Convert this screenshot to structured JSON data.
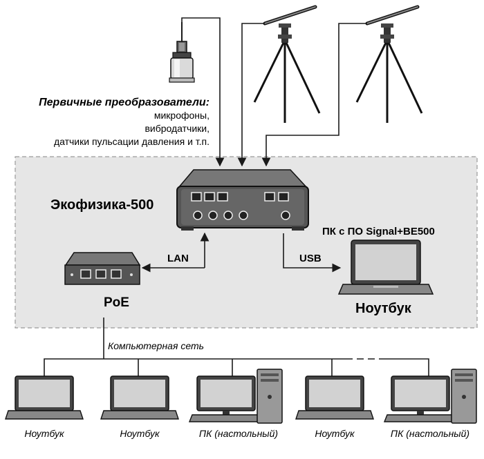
{
  "sensors": {
    "title": "Первичные преобразователи:",
    "items": [
      "микрофоны,",
      "вибродатчики,",
      "датчики пульсации давления и т.п."
    ]
  },
  "device": {
    "name": "Экофизика-500"
  },
  "links": {
    "lan": "LAN",
    "usb": "USB"
  },
  "poe": {
    "label": "PoE"
  },
  "laptop": {
    "software": "ПК с ПО Signal+BE500",
    "label": "Ноутбук"
  },
  "network": {
    "label": "Компьютерная сеть"
  },
  "clients": [
    {
      "type": "laptop",
      "label": "Ноутбук"
    },
    {
      "type": "laptop",
      "label": "Ноутбук"
    },
    {
      "type": "desktop",
      "label": "ПК (настольный)"
    },
    {
      "type": "laptop",
      "label": "Ноутбук"
    },
    {
      "type": "desktop",
      "label": "ПК (настольный)"
    }
  ],
  "colors": {
    "zone": "#e6e6e6",
    "zoneBorder": "#9a9a9a",
    "device": "#555555",
    "screen": "#d0d0d0",
    "line": "#1a1a1a"
  }
}
